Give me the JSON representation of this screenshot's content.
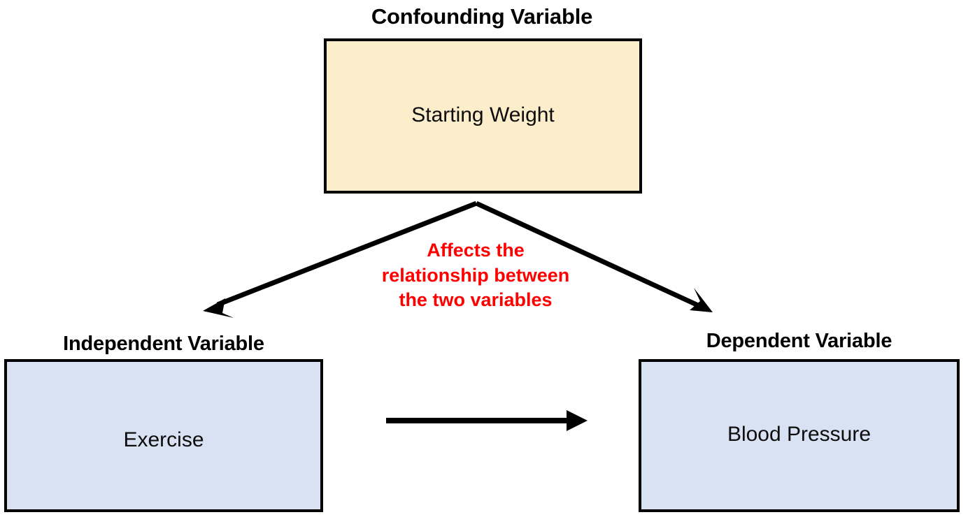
{
  "diagram": {
    "title": "Confounding Variable",
    "background_color": "#ffffff",
    "confounder": {
      "heading": "Confounding Variable",
      "label": "Starting Weight",
      "fill_color": "#FCEDCB",
      "border_color": "#000000"
    },
    "independent": {
      "heading": "Independent Variable",
      "label": "Exercise",
      "fill_color": "#D9E2F3",
      "border_color": "#000000"
    },
    "dependent": {
      "heading": "Dependent Variable",
      "label": "Blood Pressure",
      "fill_color": "#D9E2F3",
      "border_color": "#000000"
    },
    "annotation": {
      "text": "Affects the\nrelationship between\nthe two variables",
      "lines": [
        "Affects the",
        "relationship between",
        "the two variables"
      ],
      "color": "#FF0000"
    },
    "arrows": [
      {
        "name": "confounder-to-independent",
        "from": "Starting Weight",
        "to": "Exercise",
        "color": "#000000",
        "style": "solid-diagonal"
      },
      {
        "name": "confounder-to-dependent",
        "from": "Starting Weight",
        "to": "Blood Pressure",
        "color": "#000000",
        "style": "solid-diagonal"
      },
      {
        "name": "independent-to-dependent",
        "from": "Exercise",
        "to": "Blood Pressure",
        "color": "#000000",
        "style": "solid-horizontal"
      }
    ]
  }
}
